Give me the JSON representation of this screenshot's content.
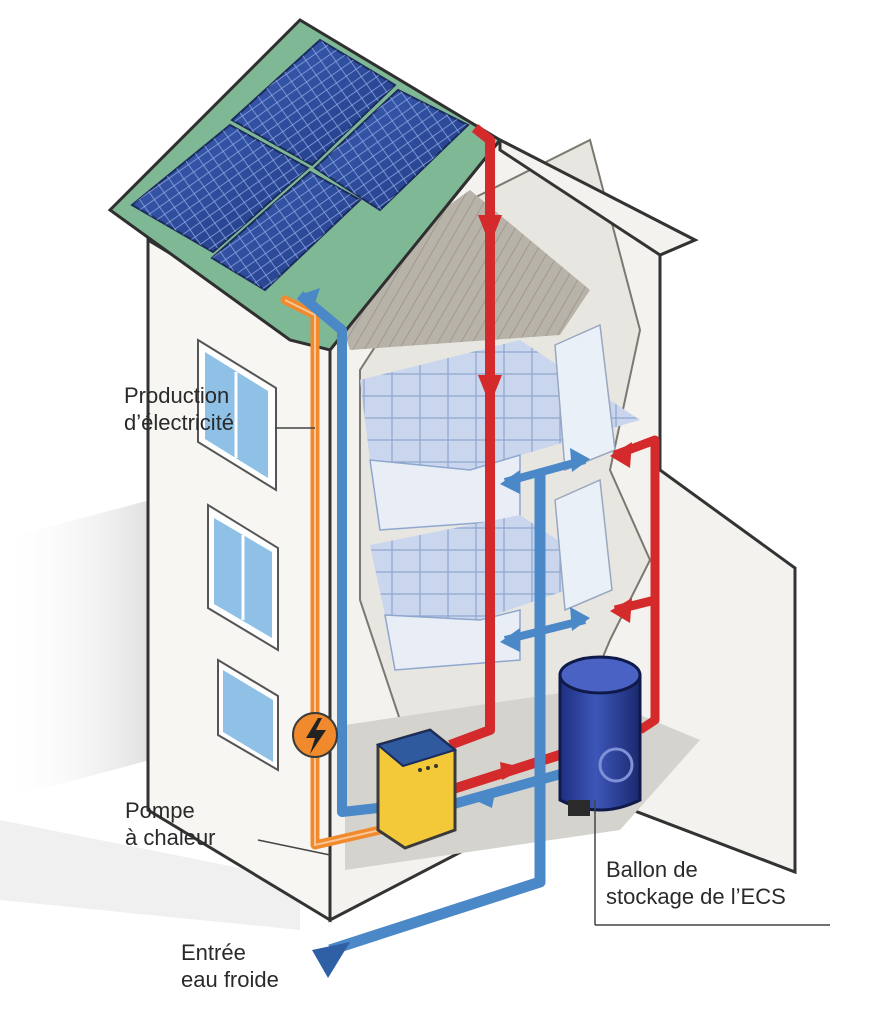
{
  "labels": {
    "production": {
      "line1": "Production",
      "line2": "d’électricité"
    },
    "pompe": {
      "line1": "Pompe",
      "line2": "à chaleur"
    },
    "ballon": {
      "line1": "Ballon de",
      "line2": "stockage de l’ECS"
    },
    "entree": {
      "line1": "Entrée",
      "line2": "eau froide"
    }
  },
  "icons": {
    "electricity": "lightning-bolt-icon",
    "flow": "arrow-icon"
  },
  "colors": {
    "hot_water": "#d42a2c",
    "cold_water": "#4a88c8",
    "electric": "#f08a2c",
    "roof": "#7fb895",
    "solar_panel": "#2f4e9c",
    "heat_pump": "#f3c93a",
    "heat_pump_top": "#2f5a9e",
    "tank": "#2a3f96",
    "wall": "#f5f4f0",
    "interior": "#d6d4ce"
  }
}
